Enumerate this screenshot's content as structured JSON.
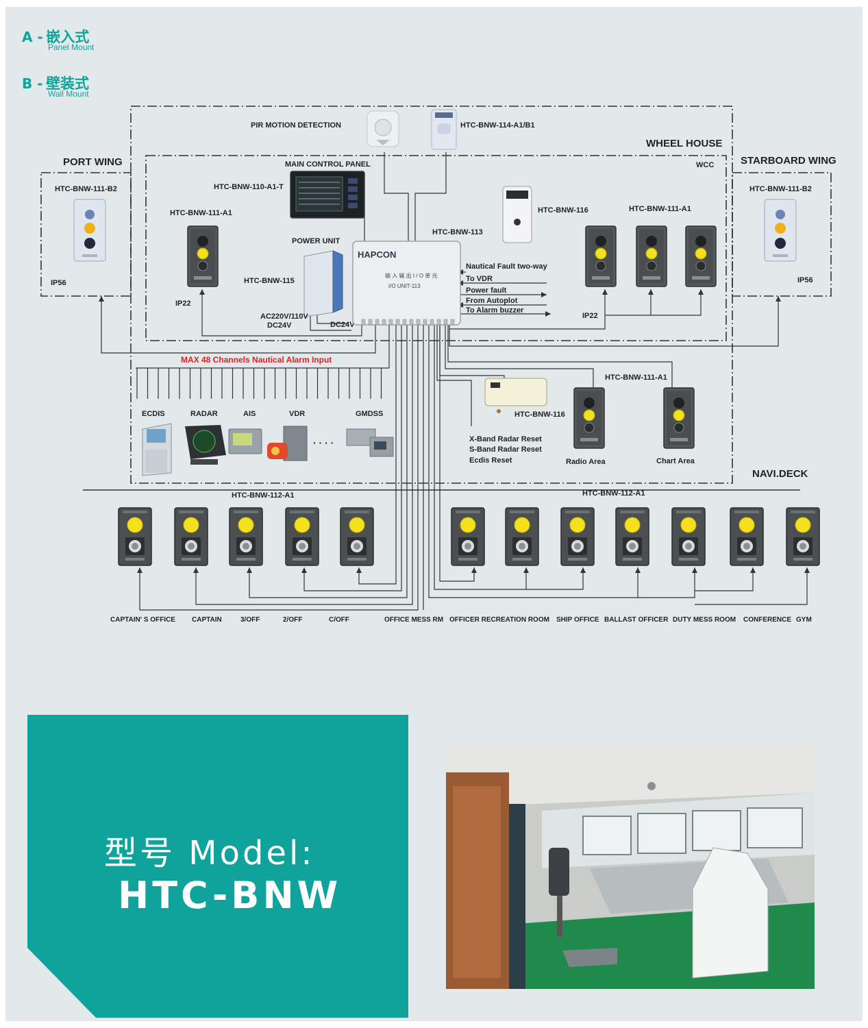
{
  "legend": {
    "a_code": "A -",
    "a_cn": "嵌入式",
    "a_en": "Panel Mount",
    "b_code": "B -",
    "b_cn": "壁装式",
    "b_en": "Wall Mount"
  },
  "zones": {
    "port_wing": "PORT WING",
    "starboard_wing": "STARBOARD WING",
    "wheel_house": "WHEEL HOUSE",
    "wcc": "WCC",
    "navi_deck": "NAVI.DECK"
  },
  "labels": {
    "pir": "PIR MOTION DETECTION",
    "pir_model": "HTC-BNW-114-A1/B1",
    "main_panel": "MAIN CONTROL PANEL",
    "main_panel_model": "HTC-BNW-110-A1-T",
    "port_model": "HTC-BNW-111-B2",
    "star_model": "HTC-BNW-111-B2",
    "ip56_left": "IP56",
    "ip56_right": "IP56",
    "left_a1": "HTC-BNW-111-A1",
    "right_a1": "HTC-BNW-111-A1",
    "ip22_left": "IP22",
    "ip22_right": "IP22",
    "power_unit": "POWER UNIT",
    "power_model": "HTC-BNW-115",
    "io_model": "HTC-BNW-113",
    "device116_top": "HTC-BNW-116",
    "device116_mid": "HTC-BNW-116",
    "ac_label": "AC220V/110V",
    "dc_left": "DC24V",
    "dc_right": "DC24V",
    "max_channels": "MAX 48 Channels Nautical Alarm Input",
    "lower_a1": "HTC-BNW-111-A1",
    "radio_area": "Radio Area",
    "chart_area": "Chart Area",
    "bnw112_left": "HTC-BNW-112-A1",
    "bnw112_right": "HTC-BNW-112-A1",
    "hapcon": "HAPCON",
    "io_cn": "输 入 输 出 I / O 单 元",
    "io_en": "I/O UNIT-113",
    "dots": "· · · ·"
  },
  "outputs": [
    "Nautical Fault two-way",
    "To VDR",
    "Power fault",
    "From Autoplot",
    "To Alarm buzzer"
  ],
  "resets": [
    "X-Band Radar Reset",
    "S-Band Radar Reset",
    "Ecdis Reset"
  ],
  "nav_devices": [
    "ECDIS",
    "RADAR",
    "AIS",
    "VDR",
    "GMDSS"
  ],
  "rooms": [
    "CAPTAIN' S OFFICE",
    "CAPTAIN",
    "3/OFF",
    "2/OFF",
    "C/OFF",
    "OFFICE MESS RM",
    "OFFICER RECREATION ROOM",
    "SHIP OFFICE",
    "BALLAST OFFICER",
    "DUTY MESS ROOM",
    "CONFERENCE",
    "GYM"
  ],
  "model": {
    "label": "型号 Model:",
    "code": "HTC-BNW"
  },
  "colors": {
    "teal": "#0fa39c",
    "background": "#e3e9ea",
    "alarm_red": "#e02020",
    "button_yellow": "#f4e01c"
  },
  "icons": [
    "pir-sensor-icon",
    "ceiling-sensor-icon",
    "panel-icon",
    "bridge-photo-icon"
  ]
}
